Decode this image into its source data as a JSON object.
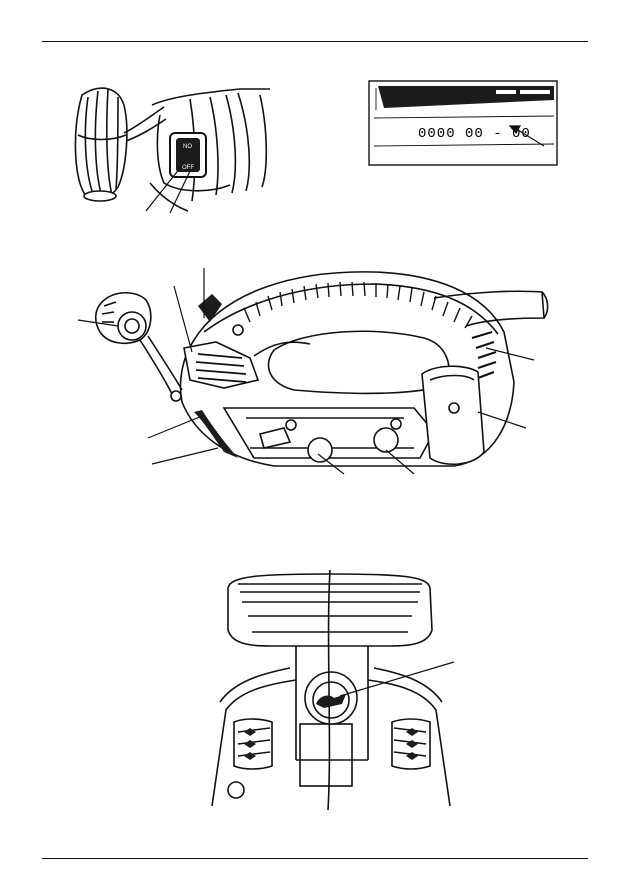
{
  "nameplate": {
    "date_code": "0000 00 - 00"
  },
  "switch": {
    "on_label": "NO",
    "off_label": "OFF"
  },
  "colors": {
    "ink": "#111111",
    "paper": "#ffffff",
    "dark_fill": "#1c1c1c"
  }
}
